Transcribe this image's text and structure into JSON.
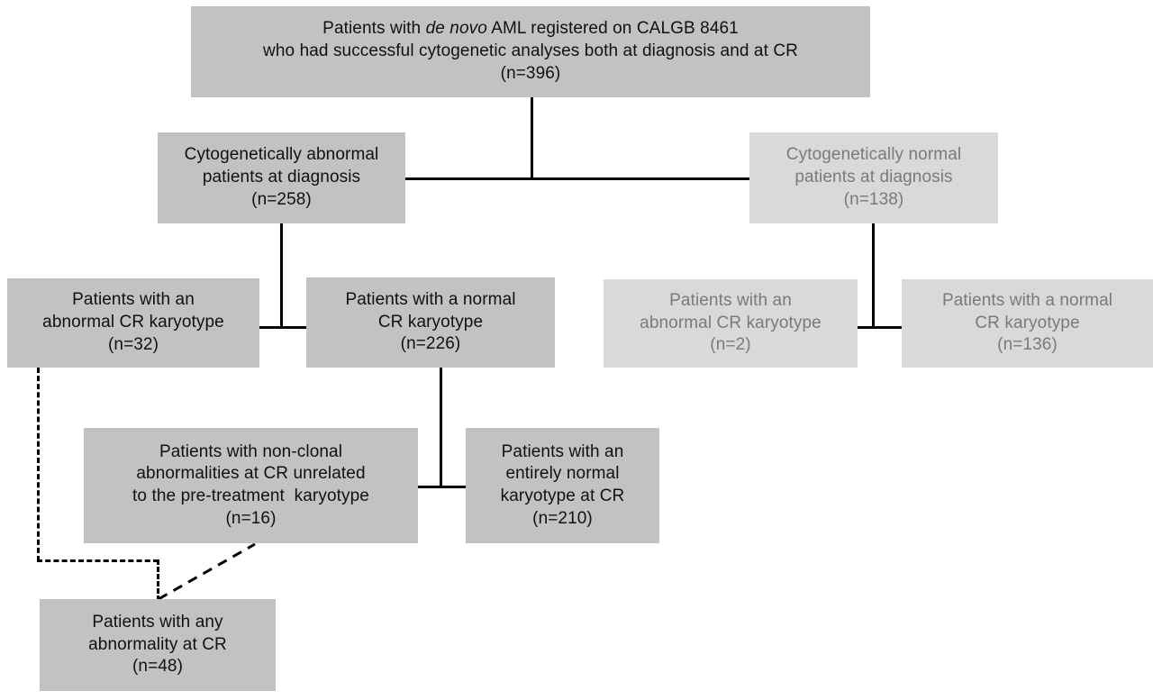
{
  "diagram": {
    "title": "CALGB 8461 cytogenetic analysis patient flow",
    "colors": {
      "box_primary": "#c2c2c2",
      "box_muted": "#d9d9d9",
      "text_primary": "#111111",
      "text_muted": "#7a7a7a",
      "connector": "#000000",
      "background": "#ffffff"
    },
    "nodes": {
      "root": {
        "line1_a": "Patients with ",
        "line1_em": "de novo",
        "line1_b": " AML registered on CALGB 8461",
        "line2": "who had successful cytogenetic analyses both at diagnosis and at CR",
        "count": "(n=396)"
      },
      "abnormal_dx": {
        "line1": "Cytogenetically abnormal",
        "line2": "patients at diagnosis",
        "count": "(n=258)"
      },
      "normal_dx": {
        "line1": "Cytogenetically normal",
        "line2": "patients at diagnosis",
        "count": "(n=138)"
      },
      "abn_cr_from_abn": {
        "line1": "Patients with an",
        "line2": "abnormal CR karyotype",
        "count": "(n=32)"
      },
      "norm_cr_from_abn": {
        "line1": "Patients with a normal",
        "line2": "CR karyotype",
        "count": "(n=226)"
      },
      "abn_cr_from_norm": {
        "line1": "Patients with an",
        "line2": "abnormal CR karyotype",
        "count": "(n=2)"
      },
      "norm_cr_from_norm": {
        "line1": "Patients with a normal",
        "line2": "CR karyotype",
        "count": "(n=136)"
      },
      "nonclonal": {
        "line1": "Patients with non-clonal",
        "line2": "abnormalities at CR unrelated",
        "line3": "to the pre-treatment  karyotype",
        "count": "(n=16)"
      },
      "entirely_normal": {
        "line1": "Patients with an",
        "line2": "entirely normal",
        "line3": "karyotype at CR",
        "count": "(n=210)"
      },
      "any_abnormality": {
        "line1": "Patients with any",
        "line2": "abnormality at CR",
        "count": "(n=48)"
      }
    }
  }
}
